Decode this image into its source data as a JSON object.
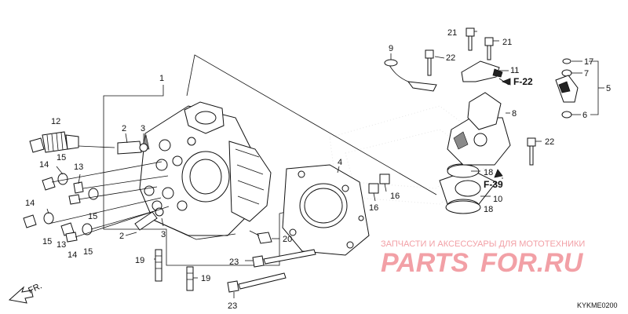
{
  "callouts": {
    "n1": "1",
    "n2a": "2",
    "n2b": "2",
    "n3a": "3",
    "n3b": "3",
    "n4": "4",
    "n5": "5",
    "n6": "6",
    "n7": "7",
    "n8": "8",
    "n9": "9",
    "n10": "10",
    "n11": "11",
    "n12": "12",
    "n13a": "13",
    "n13b": "13",
    "n14a": "14",
    "n14b": "14",
    "n14c": "14",
    "n15a": "15",
    "n15b": "15",
    "n15c": "15",
    "n15d": "15",
    "n16a": "16",
    "n16b": "16",
    "n17": "17",
    "n18a": "18",
    "n18b": "18",
    "n19a": "19",
    "n19b": "19",
    "n20": "20",
    "n21a": "21",
    "n21b": "21",
    "n22a": "22",
    "n22b": "22",
    "n23a": "23",
    "n23b": "23"
  },
  "refs": {
    "f22": "F-22",
    "f39": "F-39"
  },
  "front_label": "FR.",
  "diagram_code": "KYKME0200",
  "watermark": {
    "tagline": "ЗАПЧАСТИ И АКСЕССУАРЫ ДЛЯ МОТОТЕХНИКИ",
    "brand_left": "PARTS",
    "brand_right": "FOR.RU"
  }
}
